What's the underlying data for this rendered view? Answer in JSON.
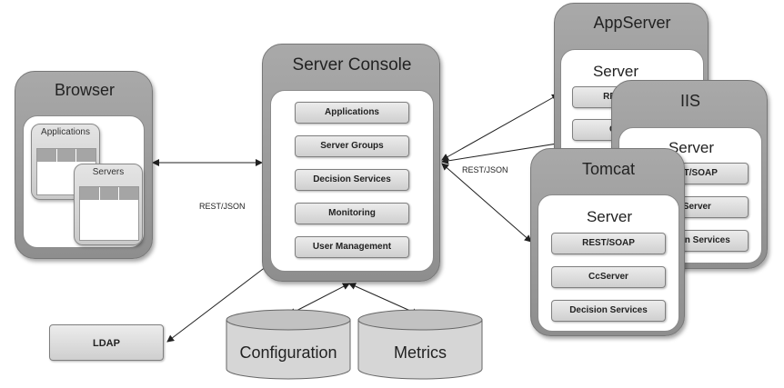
{
  "browser": {
    "title": "Browser",
    "applications_window": "Applications",
    "servers_window": "Servers"
  },
  "console": {
    "title": "Server Console",
    "items": [
      "Applications",
      "Server Groups",
      "Decision Services",
      "Monitoring",
      "User Management"
    ]
  },
  "ldap": {
    "label": "LDAP"
  },
  "databases": {
    "configuration": "Configuration",
    "metrics": "Metrics"
  },
  "connections": {
    "left_label": "REST/JSON",
    "right_label": "REST/JSON"
  },
  "appserver": {
    "title": "AppServer",
    "server_label": "Server",
    "items": [
      "REST/SOAP",
      "CcServer"
    ]
  },
  "iis": {
    "title": "IIS",
    "server_label": "Server",
    "items": [
      "REST/SOAP",
      "CcServer",
      "Decision Services"
    ]
  },
  "tomcat": {
    "title": "Tomcat",
    "server_label": "Server",
    "items": [
      "REST/SOAP",
      "CcServer",
      "Decision Services"
    ]
  }
}
